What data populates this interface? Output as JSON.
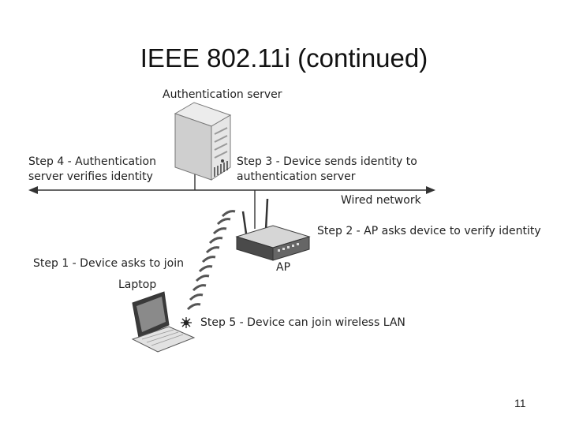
{
  "slide": {
    "title": "IEEE 802.11i (continued)",
    "page_number": "11"
  },
  "diagram": {
    "nodes": {
      "auth_server": "Authentication server",
      "access_point": "AP",
      "laptop": "Laptop",
      "wired_network": "Wired network"
    },
    "steps": {
      "step1": "Step 1 - Device asks to join",
      "step2": "Step 2 - AP asks device to verify identity",
      "step3_line1": "Step 3 - Device sends identity to",
      "step3_line2": "authentication server",
      "step4_line1": "Step 4 - Authentication",
      "step4_line2": "server verifies identity",
      "step5": "Step 5 - Device can join wireless LAN"
    }
  },
  "colors": {
    "line": "#333333",
    "server_body": "#d8d8d8",
    "device_dark": "#3a3a3a"
  }
}
